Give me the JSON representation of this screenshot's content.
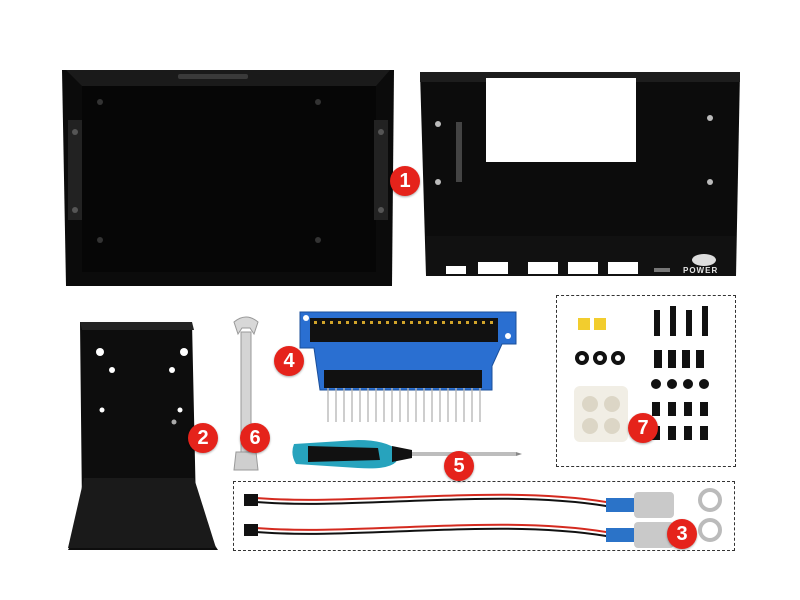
{
  "badges": {
    "enclosure_top": "1",
    "stand_bracket": "2",
    "power_button_cables": "3",
    "gpio_adapter_board": "4",
    "screwdriver": "5",
    "wrench": "6",
    "screw_kit": "7"
  },
  "labels": {
    "power": "POWER"
  },
  "colors": {
    "badge": "#e5231b",
    "metal_black": "#0c0c0c",
    "pcb_blue": "#2a6fd1",
    "screwdriver_teal": "#27a3bd",
    "cable_red": "#d42a1f"
  }
}
